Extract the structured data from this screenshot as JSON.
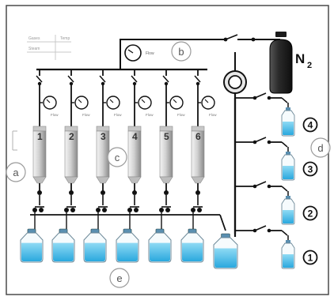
{
  "labels": {
    "a": "a",
    "b": "b",
    "c": "c",
    "d": "d",
    "e": "e"
  },
  "gas": {
    "symbol": "N",
    "subscript": "2"
  },
  "top_gauge": {
    "unit": "Flow"
  },
  "legend_box": {
    "left_top": "Gases",
    "right_top": "Temp",
    "left_bottom": "Steam"
  },
  "columns": [
    {
      "number": "1",
      "gauge_unit": "Flow"
    },
    {
      "number": "2",
      "gauge_unit": "Flow"
    },
    {
      "number": "3",
      "gauge_unit": "Flow"
    },
    {
      "number": "4",
      "gauge_unit": "Flow"
    },
    {
      "number": "5",
      "gauge_unit": "Flow"
    },
    {
      "number": "6",
      "gauge_unit": "Flow"
    }
  ],
  "reservoirs": [
    {
      "number": "4"
    },
    {
      "number": "3"
    },
    {
      "number": "2"
    },
    {
      "number": "1"
    }
  ],
  "colors": {
    "frame": "#4a4a4a",
    "column_light": "#e6e6e6",
    "column_dark": "#8d8d8d",
    "liquid": "#39b6e6",
    "liquid_light": "#7fd3f2",
    "cylinder": "#2b2b2b",
    "line": "#111111",
    "label_circle_stroke": "#9a9a9a"
  }
}
